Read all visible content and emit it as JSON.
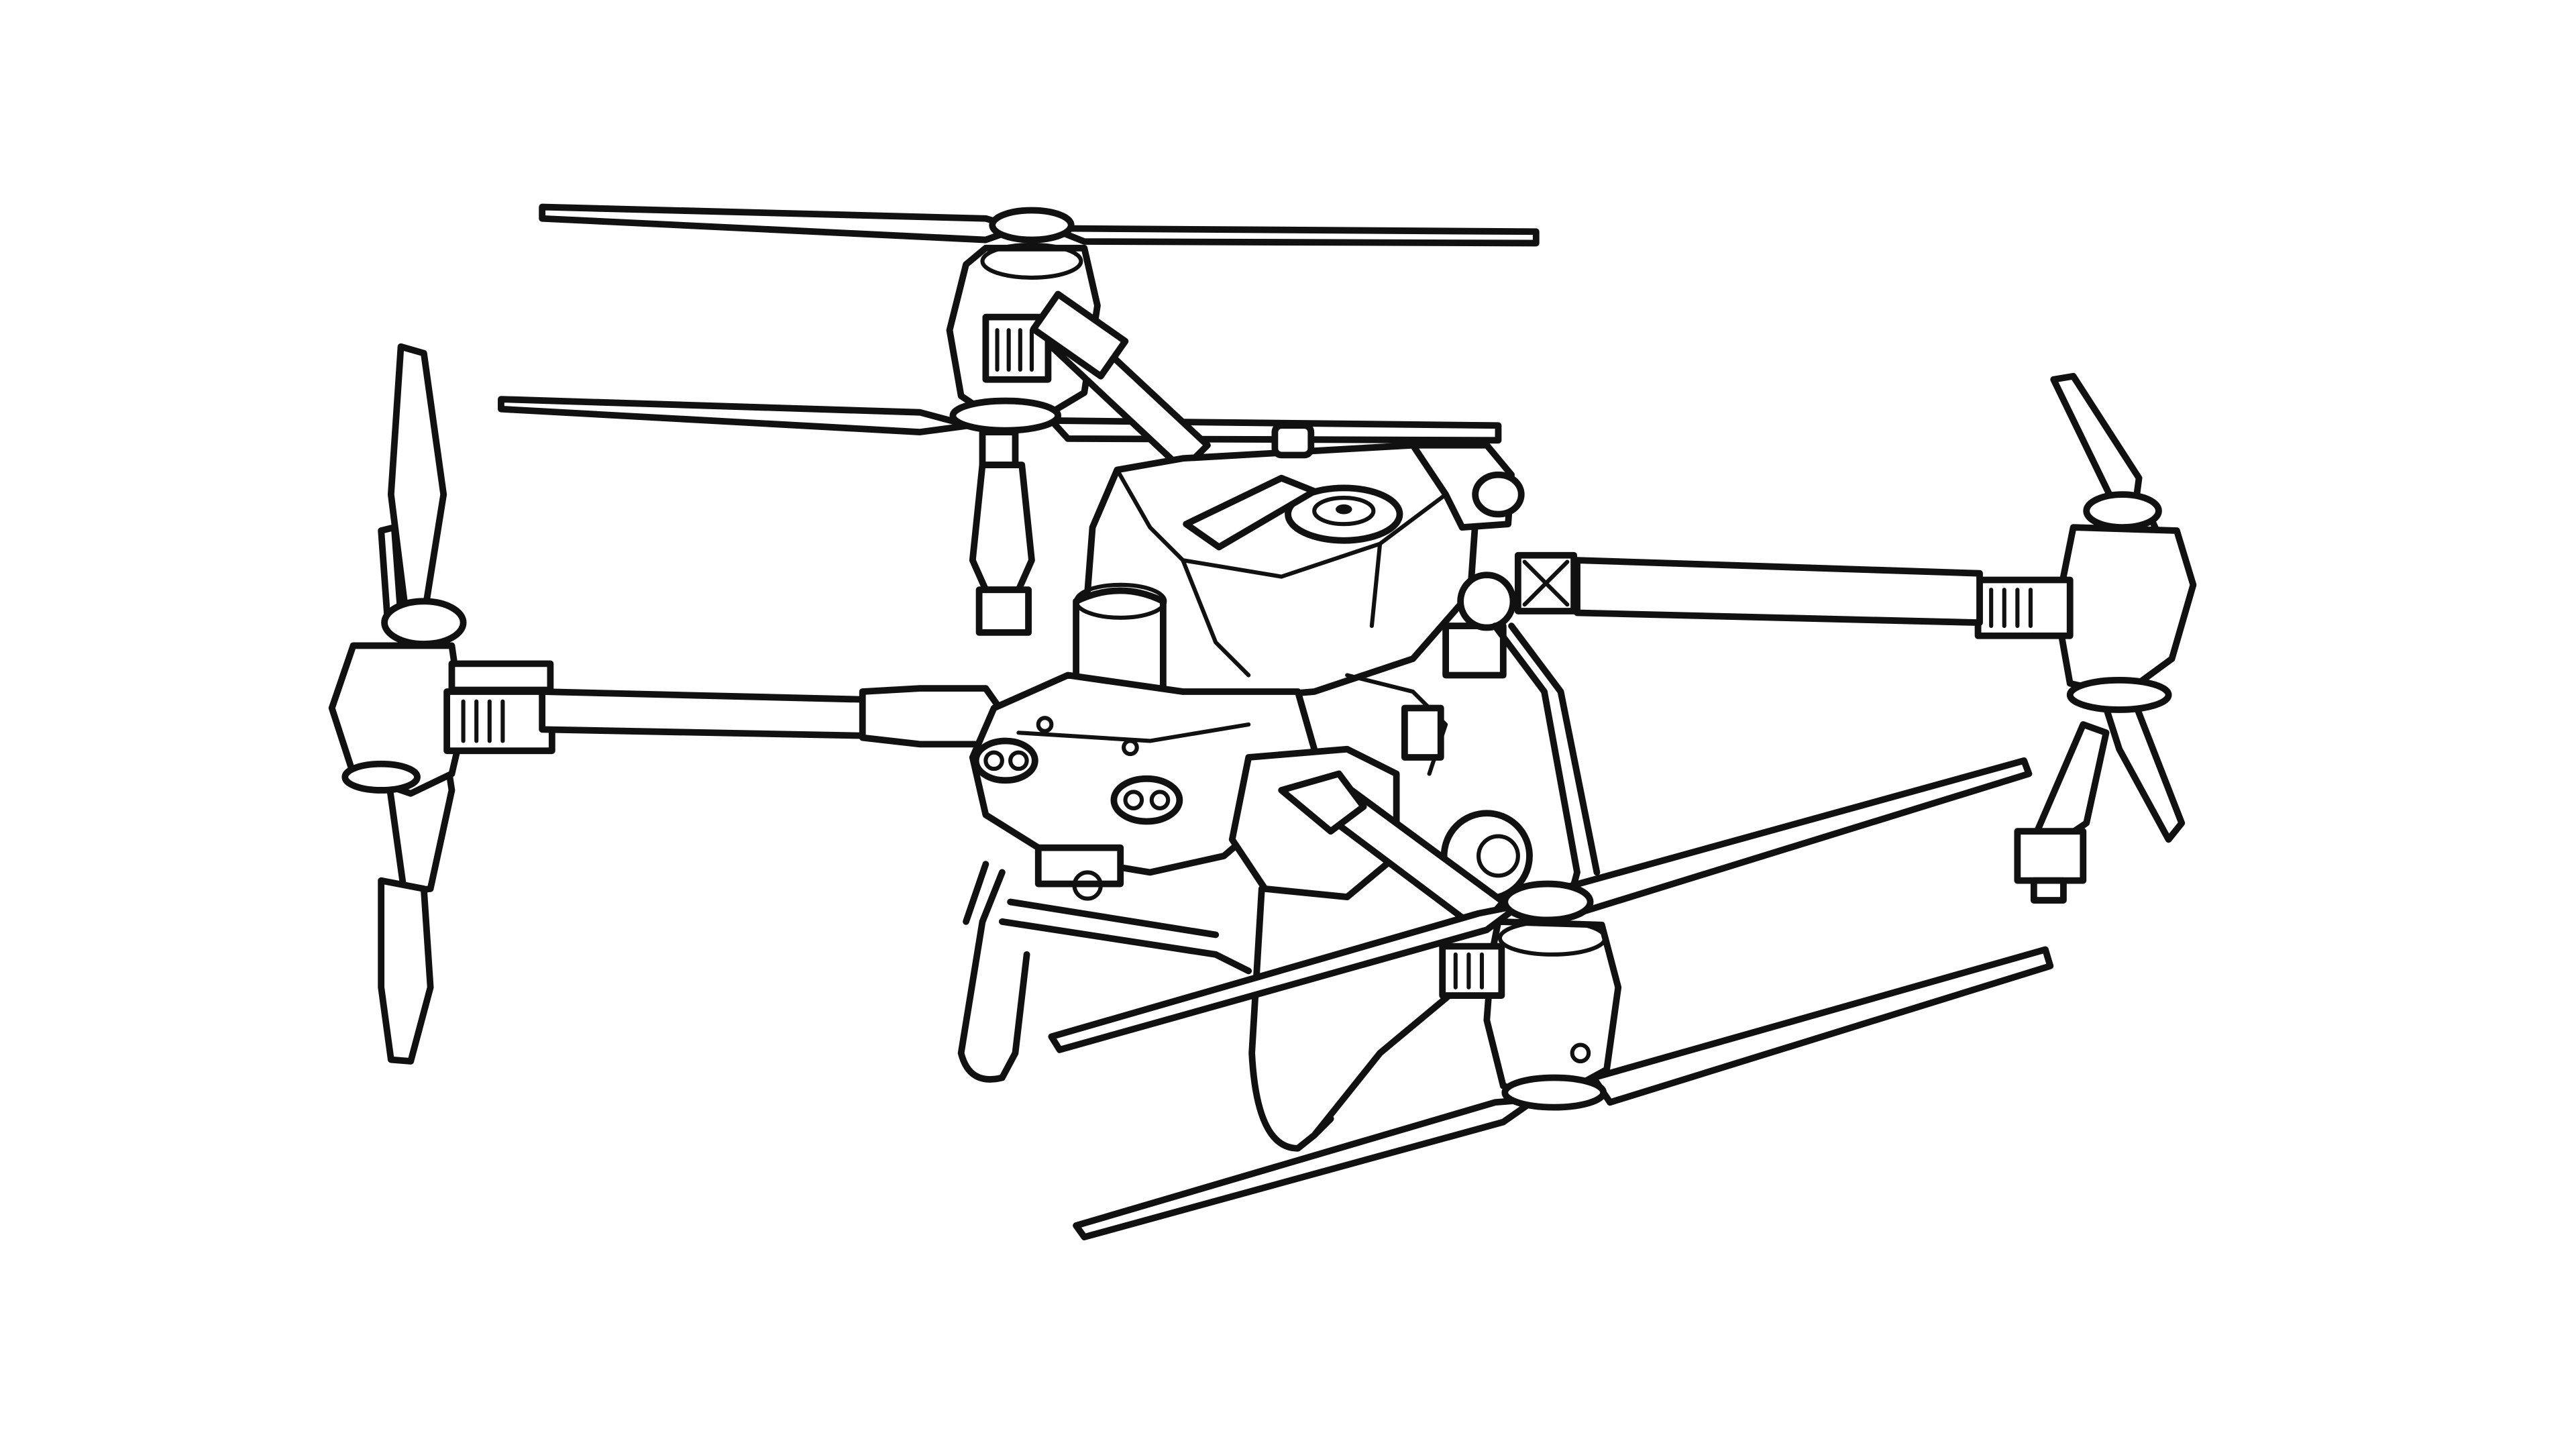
{
  "figure": {
    "subject": "agricultural-spray-drone-line-drawing",
    "background_color": "#ffffff",
    "line_color": "#111111",
    "rotor_count": 4,
    "icon": "drone-line-art"
  }
}
